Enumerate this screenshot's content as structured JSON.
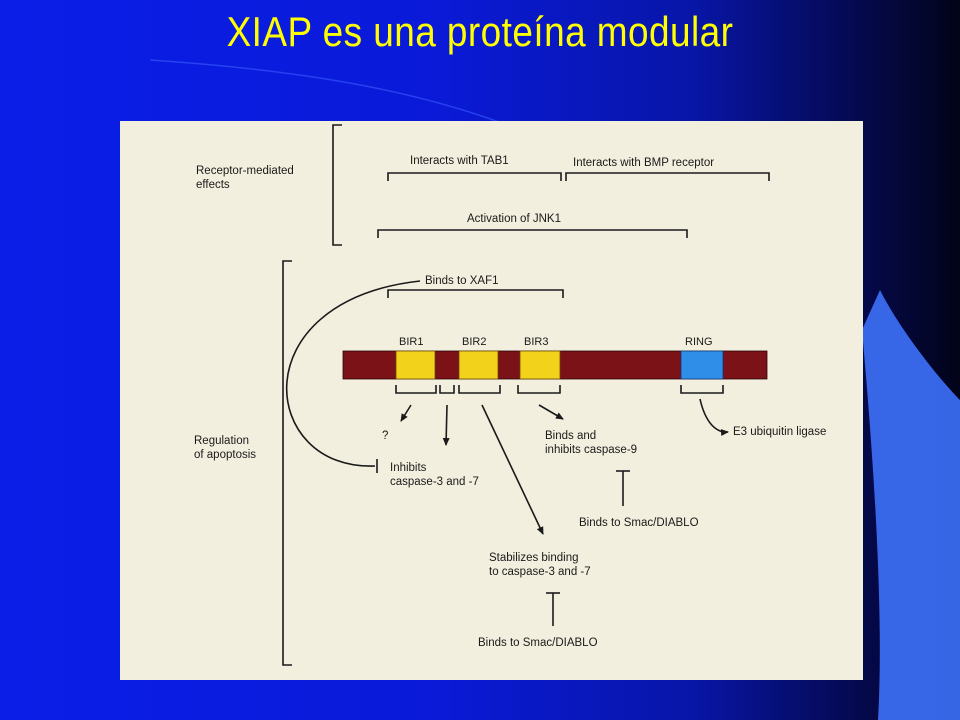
{
  "slide": {
    "title": "XIAP es una proteína modular"
  },
  "figure": {
    "sections": {
      "receptor_mediated": "Receptor-mediated\neffects",
      "regulation": "Regulation\nof apoptosis"
    },
    "labels": {
      "interacts_tab1": "Interacts with TAB1",
      "interacts_bmp": "Interacts with BMP receptor",
      "activation_jnk1": "Activation of JNK1",
      "binds_xaf1": "Binds to XAF1",
      "unknown": "?",
      "inhibits_caspase": "Inhibits\ncaspase-3 and -7",
      "binds_inhibits_casp9": "Binds and\ninhibits caspase-9",
      "binds_smac_1": "Binds to Smac/DIABLO",
      "stabilizes": "Stabilizes binding\nto caspase-3 and -7",
      "binds_smac_2": "Binds to Smac/DIABLO",
      "e3_ligase": "E3 ubiquitin ligase"
    },
    "domains": [
      {
        "name": "BIR1",
        "color": "#f2d21a"
      },
      {
        "name": "BIR2",
        "color": "#f2d21a"
      },
      {
        "name": "BIR3",
        "color": "#f2d21a"
      },
      {
        "name": "RING",
        "color": "#2f8fe8"
      }
    ],
    "backbone_color": "#7a1218"
  }
}
